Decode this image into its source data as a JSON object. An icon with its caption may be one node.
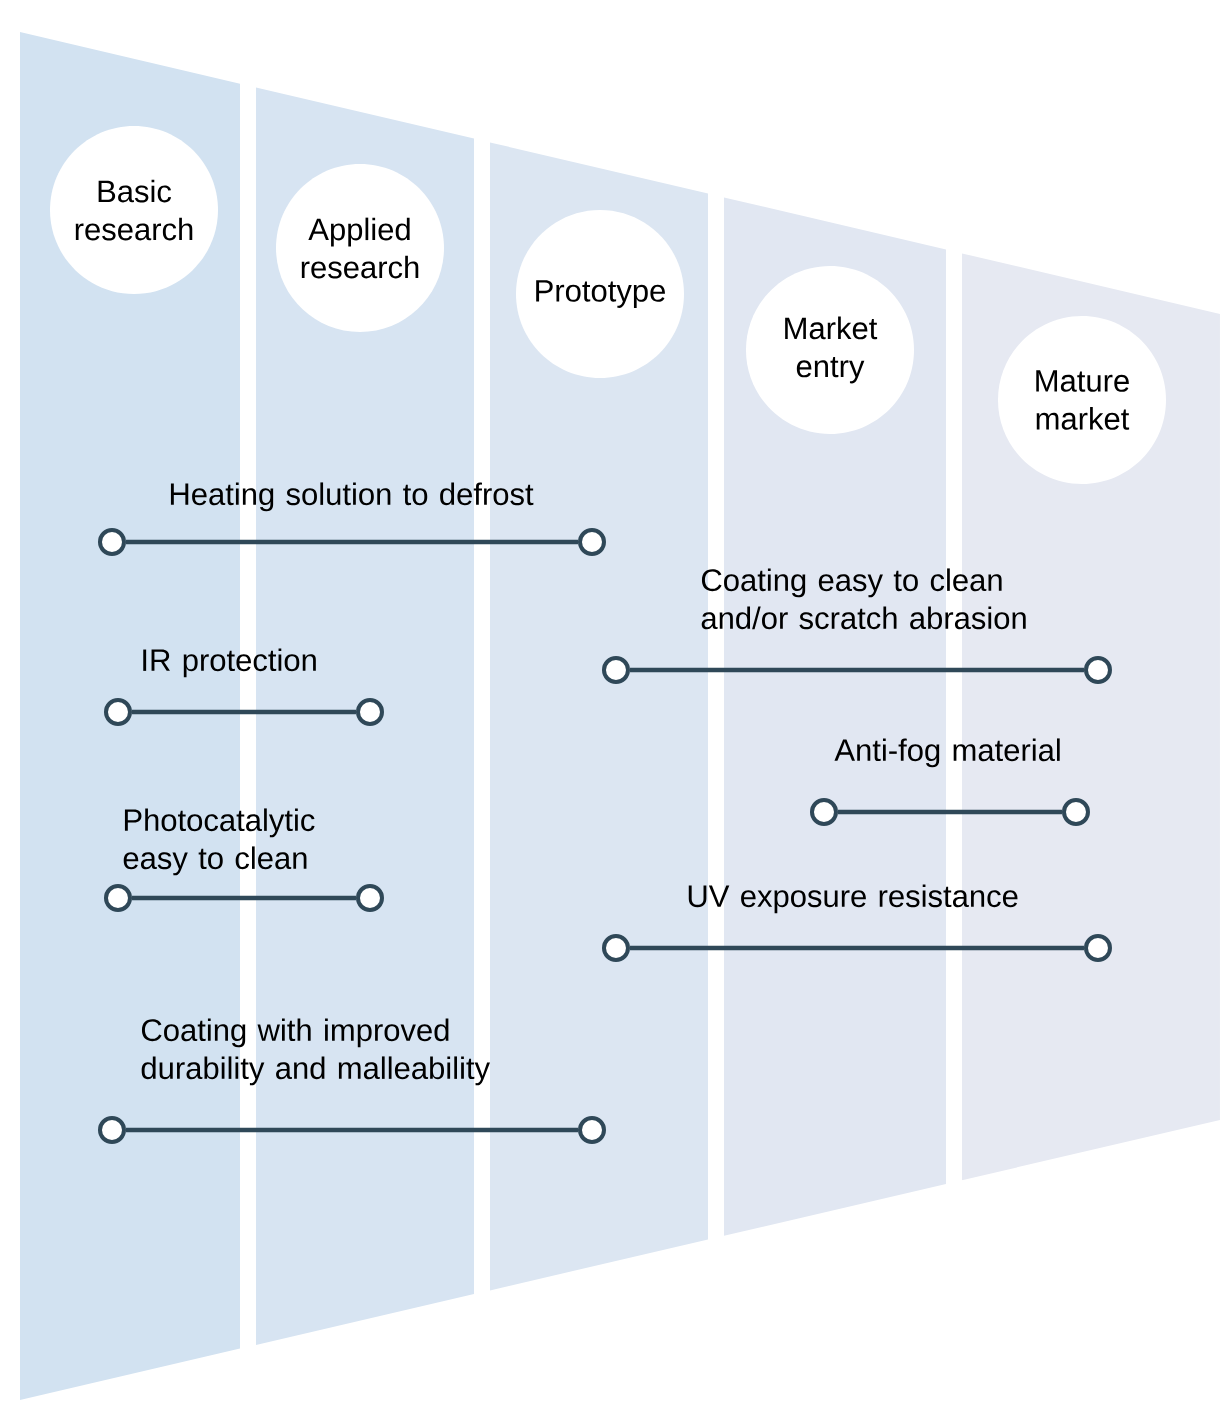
{
  "diagram": {
    "nodes": [
      {
        "text": [
          "Basic research"
        ]
      },
      {
        "text": [
          "Applied research"
        ]
      },
      {
        "text": [
          "Prototype"
        ]
      },
      {
        "text": [
          "Market entry"
        ]
      },
      {
        "text": [
          "Mature market"
        ]
      },
      {
        "text": [],
        "shape": "circle"
      },
      {
        "text": [],
        "shape": "circle"
      },
      {
        "text": [],
        "shape": "circle"
      },
      {
        "text": [],
        "shape": "circle"
      },
      {
        "text": [],
        "shape": "circle"
      },
      {
        "text": [],
        "shape": "circle"
      },
      {
        "text": [],
        "shape": "circle"
      },
      {
        "text": [],
        "shape": "circle"
      },
      {
        "text": [],
        "shape": "circle"
      },
      {
        "text": [],
        "shape": "circle"
      },
      {
        "text": [],
        "shape": "circle"
      },
      {
        "text": [],
        "shape": "circle"
      },
      {
        "text": [],
        "shape": "circle"
      },
      {
        "text": [],
        "shape": "circle"
      }
    ],
    "edges": [
      {
        "from": 5,
        "to": 6,
        "arrow": "none",
        "label": "Heating solution to defrost"
      },
      {
        "from": 7,
        "to": 8,
        "arrow": "none",
        "label": "Coating easy to clean and/or scratch abrasion"
      },
      {
        "from": 9,
        "to": 10,
        "arrow": "none",
        "label": "IR protection"
      },
      {
        "from": 11,
        "to": 12,
        "arrow": "none",
        "label": "Anti-fog material"
      },
      {
        "from": 13,
        "to": 14,
        "arrow": "none",
        "label": "Photocatalytic easy to clean"
      },
      {
        "from": 15,
        "to": 16,
        "arrow": "none",
        "label": "UV exposure resistance"
      },
      {
        "from": 17,
        "to": 18,
        "arrow": "none",
        "label": "Coating with improved durability and malleability"
      }
    ]
  }
}
